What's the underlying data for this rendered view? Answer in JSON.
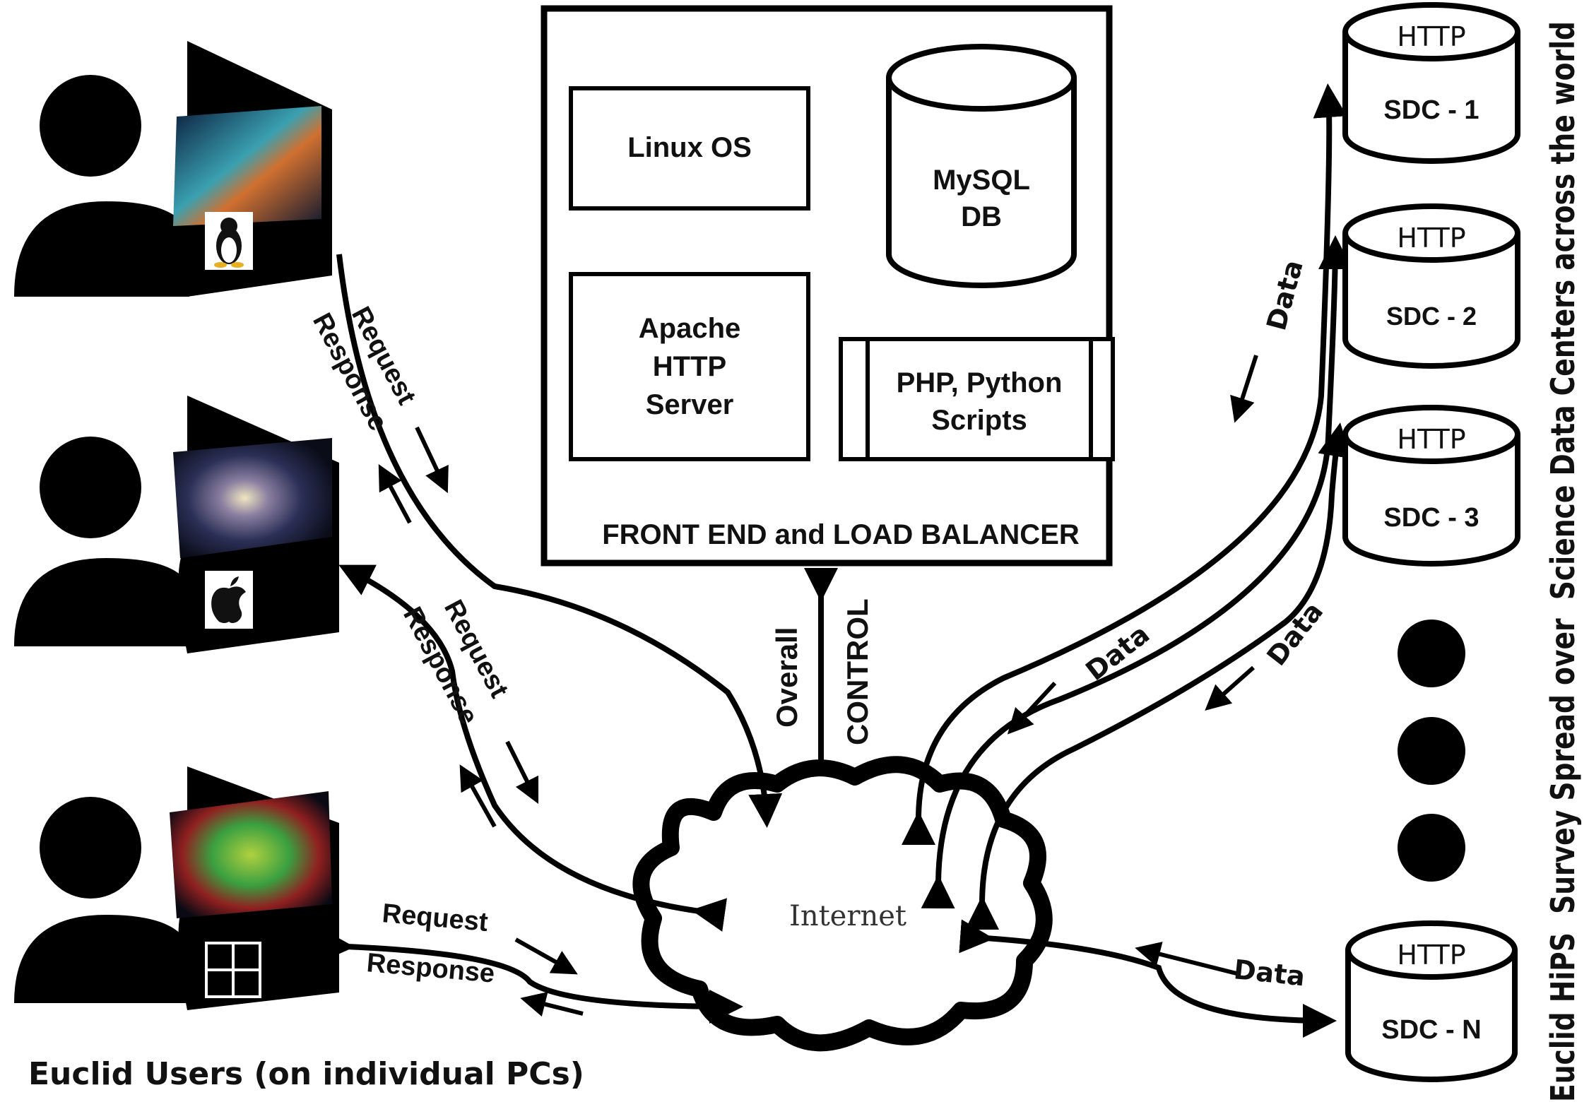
{
  "front_end": {
    "title": "FRONT END and LOAD BALANCER",
    "linux": "Linux OS",
    "mysql": [
      "MySQL",
      "DB"
    ],
    "apache": [
      "Apache",
      "HTTP",
      "Server"
    ],
    "scripts": [
      "PHP, Python",
      "Scripts"
    ]
  },
  "control": {
    "overall": "Overall",
    "control": "CONTROL"
  },
  "internet": "Internet",
  "users": {
    "caption": "Euclid Users (on individual PCs)",
    "os_icons": [
      "linux-penguin-icon",
      "apple-icon",
      "windows-icon"
    ],
    "request": "Request",
    "response": "Response"
  },
  "sdcs": [
    {
      "proto": "HTTP",
      "name": "SDC - 1"
    },
    {
      "proto": "HTTP",
      "name": "SDC - 2"
    },
    {
      "proto": "HTTP",
      "name": "SDC - 3"
    },
    {
      "proto": "HTTP",
      "name": "SDC - N"
    }
  ],
  "data_label": "Data",
  "side_caption": "Euclid HiPS  Survey Spread over  Science Data Centers across the world"
}
